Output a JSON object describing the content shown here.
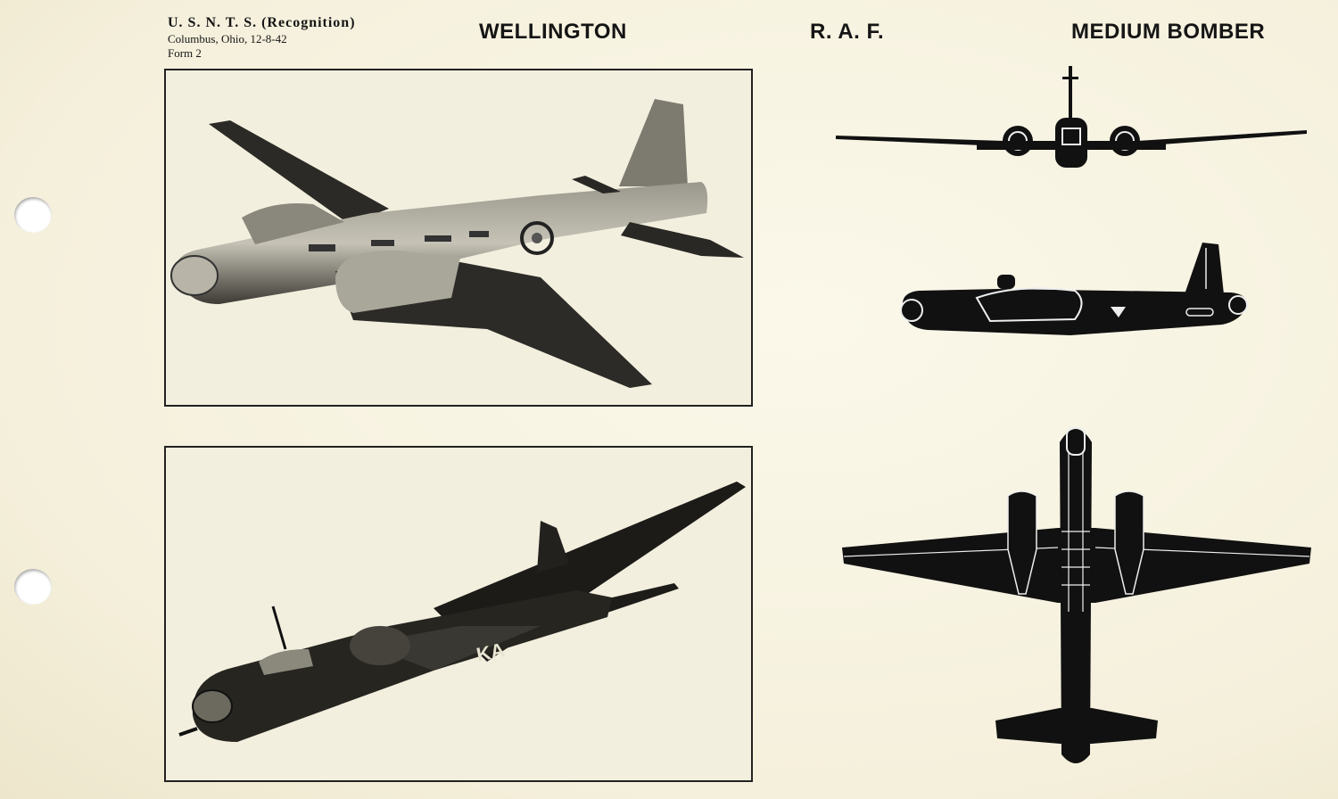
{
  "header": {
    "org_line1": "U. S. N. T. S. (Recognition)",
    "org_line2": "Columbus, Ohio, 12-8-42",
    "org_line3": "Form 2",
    "aircraft_name": "WELLINGTON",
    "air_force": "R. A. F.",
    "aircraft_class": "MEDIUM BOMBER"
  },
  "photos": {
    "top_photo": {
      "subject": "aircraft-photo-three-quarter-front"
    },
    "bottom_photo": {
      "subject": "aircraft-photo-banking"
    }
  },
  "silhouettes": [
    "front-view",
    "side-view",
    "top-view"
  ],
  "colors": {
    "paper": "#f6f2e1",
    "ink": "#151515"
  }
}
